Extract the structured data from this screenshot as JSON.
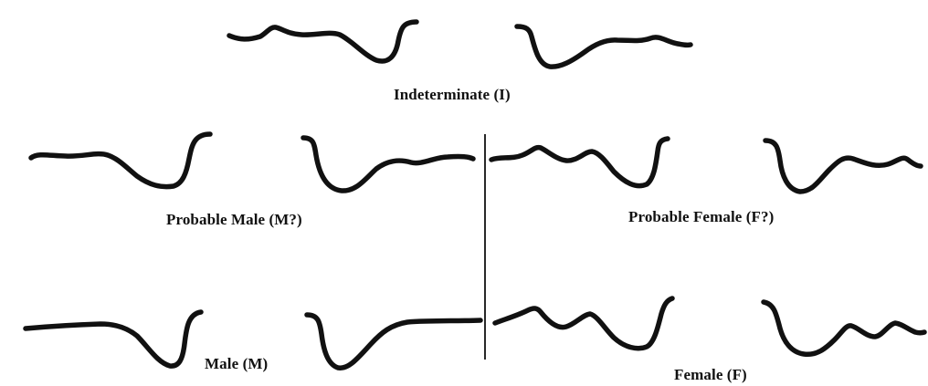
{
  "figure": {
    "stroke_color": "#111111",
    "background_color": "#ffffff",
    "categories": [
      {
        "id": "indeterminate",
        "label": "Indeterminate (I)"
      },
      {
        "id": "probable-male",
        "label": "Probable Male (M?)"
      },
      {
        "id": "probable-female",
        "label": "Probable Female (F?)"
      },
      {
        "id": "male",
        "label": "Male (M)"
      },
      {
        "id": "female",
        "label": "Female (F)"
      }
    ]
  }
}
